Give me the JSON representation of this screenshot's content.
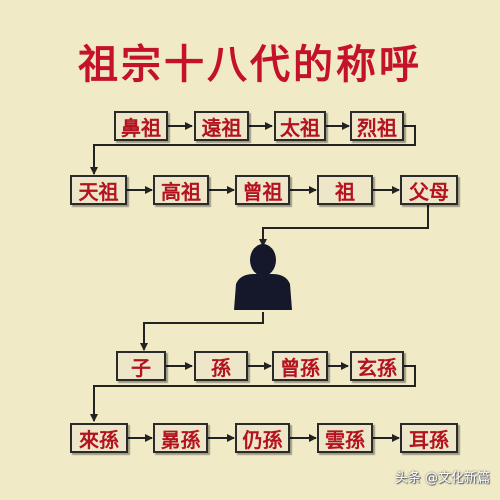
{
  "title": "祖宗十八代的称呼",
  "rows": [
    [
      "鼻祖",
      "遠祖",
      "太祖",
      "烈祖"
    ],
    [
      "天祖",
      "高祖",
      "曾祖",
      "祖",
      "父母"
    ],
    [
      "子",
      "孫",
      "曾孫",
      "玄孫"
    ],
    [
      "來孫",
      "晜孫",
      "仍孫",
      "雲孫",
      "耳孫"
    ]
  ],
  "watermark": "头条 @文化新篇",
  "colors": {
    "background": "#f0ebc6",
    "text": "#b3121f",
    "title": "#c4122a",
    "box_border": "#2a2a2a",
    "person": "#15182b"
  },
  "icons": {
    "self": "person-silhouette-icon"
  }
}
